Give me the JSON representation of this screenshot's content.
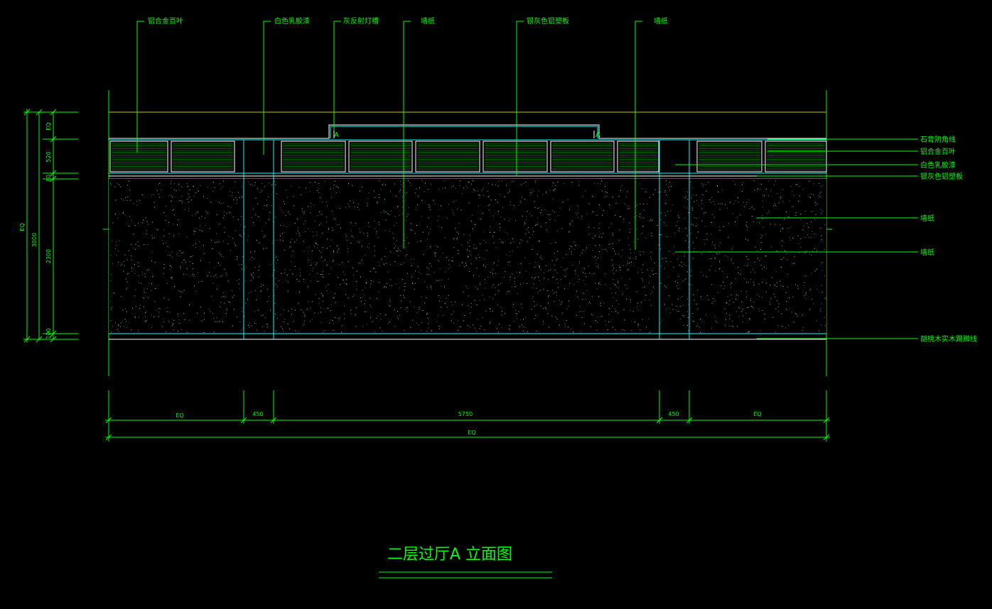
{
  "top_labels": [
    "铝合金百叶",
    "白色乳胶漆",
    "灰反射灯槽",
    "墙纸",
    "银灰色铝塑板",
    "墙纸"
  ],
  "right_labels": [
    "石膏阴角线",
    "铝合金百叶",
    "白色乳胶漆",
    "银灰色铝塑板",
    "墙纸",
    "墙纸",
    "胡桃木实木踢脚线"
  ],
  "left_dims": {
    "segments": [
      "EQ",
      "520",
      "80",
      "2300",
      "100"
    ],
    "total": "3000",
    "outer": "EQ"
  },
  "bottom_dims": {
    "segments": [
      "EQ",
      "450",
      "5750",
      "450",
      "EQ"
    ],
    "total": "EQ"
  },
  "section_marks": [
    "A",
    "A"
  ],
  "title": "二层过厅A 立面图",
  "colors": {
    "background": "#000000",
    "annotation": "#00ff00",
    "structure": "#00ffff",
    "detail": "#ffffff",
    "ceiling": "#cccc00"
  }
}
